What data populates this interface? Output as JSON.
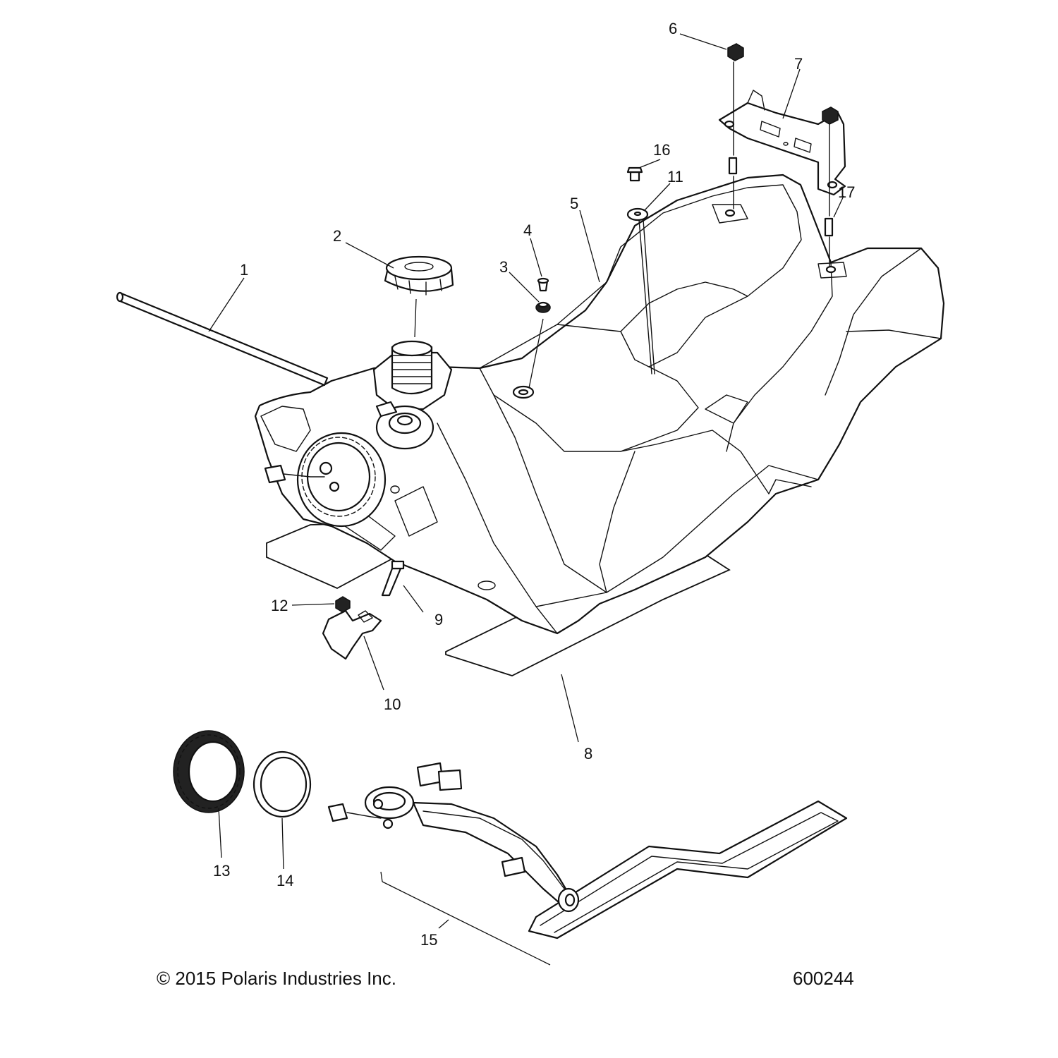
{
  "callouts": [
    {
      "id": "1",
      "label": "1"
    },
    {
      "id": "2",
      "label": "2"
    },
    {
      "id": "3",
      "label": "3"
    },
    {
      "id": "4",
      "label": "4"
    },
    {
      "id": "5",
      "label": "5"
    },
    {
      "id": "6",
      "label": "6"
    },
    {
      "id": "7",
      "label": "7"
    },
    {
      "id": "8",
      "label": "8"
    },
    {
      "id": "9",
      "label": "9"
    },
    {
      "id": "10",
      "label": "10"
    },
    {
      "id": "11",
      "label": "11"
    },
    {
      "id": "12",
      "label": "12"
    },
    {
      "id": "13",
      "label": "13"
    },
    {
      "id": "14",
      "label": "14"
    },
    {
      "id": "15",
      "label": "15"
    },
    {
      "id": "16",
      "label": "16"
    },
    {
      "id": "17",
      "label": "17"
    }
  ],
  "footer": {
    "copyright": "© 2015 Polaris Industries Inc.",
    "figure_number": "600244"
  }
}
